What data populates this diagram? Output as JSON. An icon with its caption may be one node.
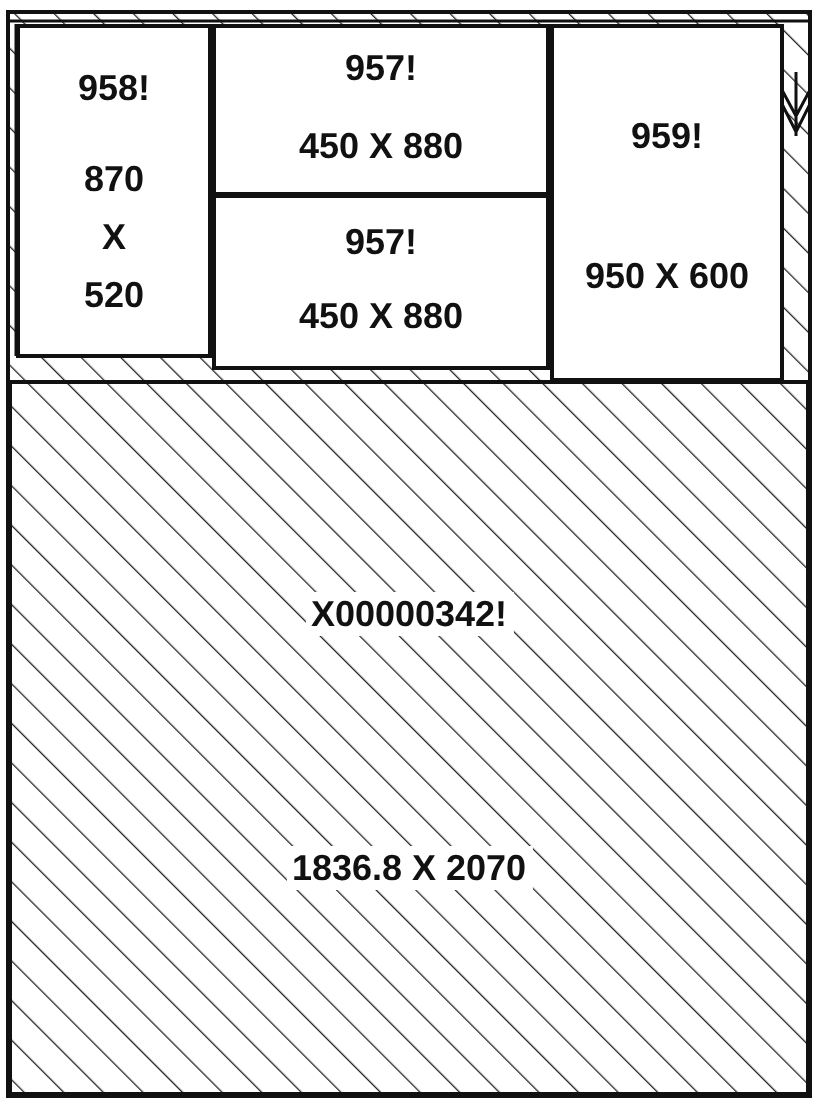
{
  "diagram": {
    "nodes": [
      {
        "text": [
          "958!",
          "870 X 520"
        ]
      },
      {
        "text": [
          "957!",
          "450 X 880"
        ]
      },
      {
        "text": [
          "957!",
          "450 X 880"
        ]
      },
      {
        "text": [
          "959!",
          "950 X 600"
        ]
      },
      {
        "text": [
          "X00000342!",
          "1836.8 X 2070"
        ]
      }
    ]
  }
}
